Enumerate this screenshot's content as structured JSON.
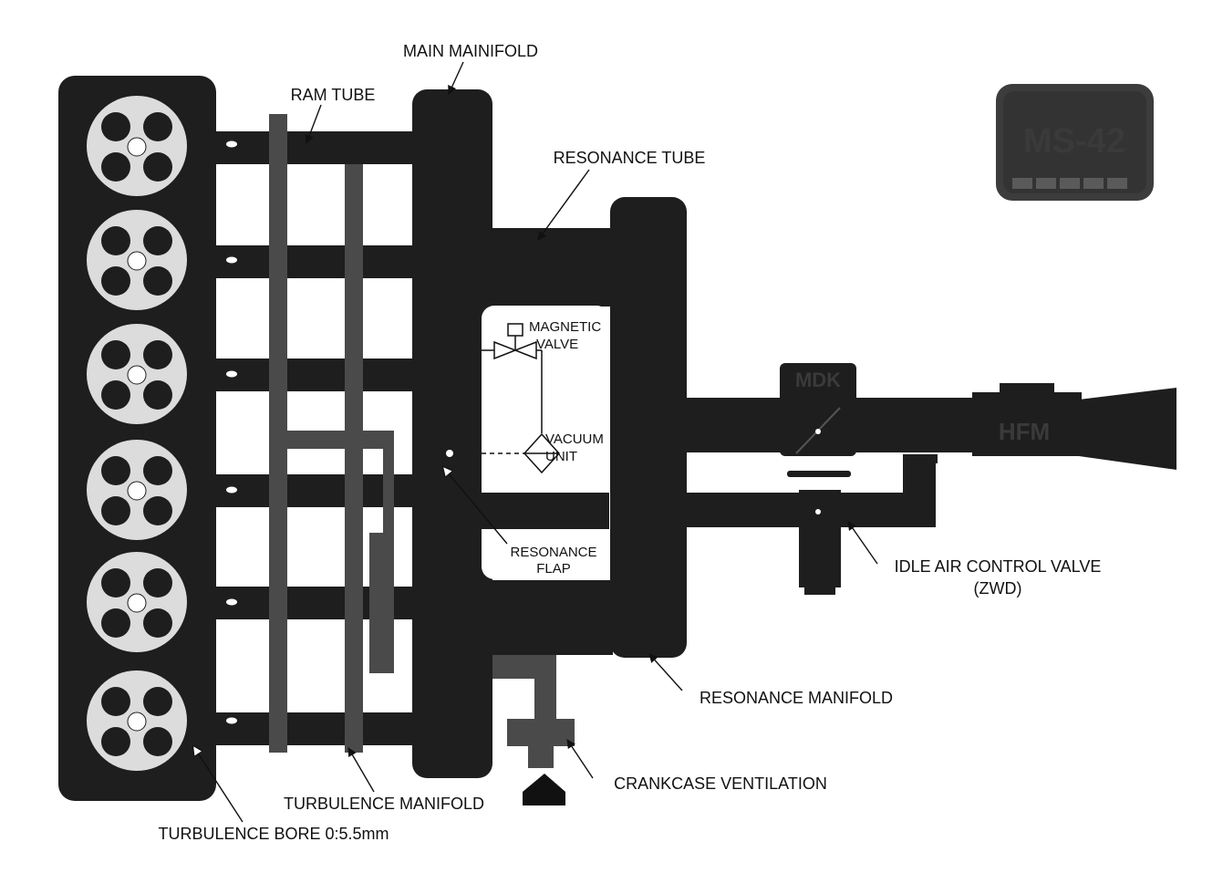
{
  "labels": {
    "main_manifold": "MAIN MAINIFOLD",
    "ram_tube": "RAM TUBE",
    "resonance_tube": "RESONANCE TUBE",
    "magnetic_valve_line1": "MAGNETIC",
    "magnetic_valve_line2": "VALVE",
    "vacuum_unit_line1": "VACUUM",
    "vacuum_unit_line2": "UNIT",
    "resonance_flap_line1": "RESONANCE",
    "resonance_flap_line2": "FLAP",
    "idle_air_line1": "IDLE AIR CONTROL VALVE",
    "idle_air_line2": "(ZWD)",
    "resonance_manifold": "RESONANCE MANIFOLD",
    "crankcase_ventilation": "CRANKCASE VENTILATION",
    "turbulence_manifold": "TURBULENCE MANIFOLD",
    "turbulence_bore": "TURBULENCE BORE 0:5.5mm"
  },
  "components": {
    "ecu": "MS-42",
    "throttle": "MDK",
    "air_mass_meter": "HFM"
  },
  "colors": {
    "body": "#1e1e1e",
    "cylinder_face": "#dcdcdc",
    "valve": "#1e1e1e",
    "turbulence_pipe": "#4a4a4a",
    "ecu": "#3c3c3c",
    "background": "#ffffff"
  }
}
